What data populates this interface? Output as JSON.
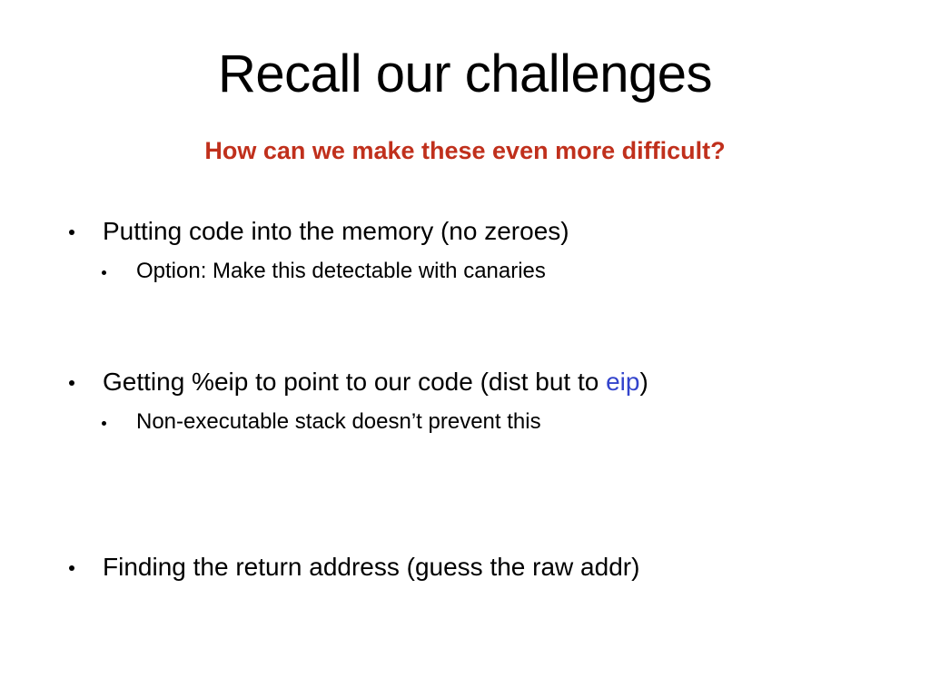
{
  "slide": {
    "title": "Recall our challenges",
    "subtitle": "How can we make these even more difficult?",
    "colors": {
      "background": "#ffffff",
      "title_text": "#000000",
      "subtitle_text": "#c0301c",
      "body_text": "#000000",
      "accent_blue": "#3344cc"
    },
    "bullets": [
      {
        "level1": {
          "prefix": "Putting code into the memory (no zeroes)",
          "accent": "",
          "suffix": ""
        },
        "level2": [
          "Option: Make this detectable with canaries"
        ]
      },
      {
        "level1": {
          "prefix": "Getting %eip to point to our code (dist but to ",
          "accent": "eip",
          "suffix": ")"
        },
        "level2": [
          "Non-executable stack doesn’t prevent this"
        ]
      },
      {
        "level1": {
          "prefix": "Finding the return address (guess the raw addr)",
          "accent": "",
          "suffix": ""
        },
        "level2": []
      }
    ]
  }
}
